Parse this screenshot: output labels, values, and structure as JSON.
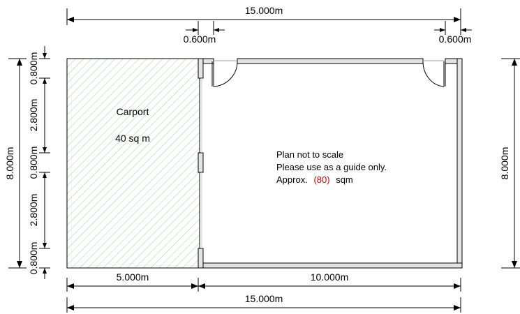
{
  "dimensions": {
    "top_total": "15.000m",
    "top_left_door_offset": "0.600m",
    "top_right_door_offset": "0.600m",
    "bottom_left": "5.000m",
    "bottom_right": "10.000m",
    "bottom_total": "15.000m",
    "left_total": "8.000m",
    "right_total": "8.000m",
    "left_segments": [
      "0.800m",
      "2.800m",
      "0.800m",
      "2.800m",
      "0.800m"
    ]
  },
  "carport": {
    "name": "Carport",
    "area": "40 sq m"
  },
  "notes": {
    "line1": "Plan not to scale",
    "line2": "Please use as a guide only.",
    "approx_prefix": "Approx.",
    "approx_value": "(80)",
    "approx_unit": "sqm"
  },
  "colors": {
    "approx_value": "#cc0000",
    "hatch": "#a8d8a8",
    "wall": "#e4e4e4",
    "wall_stroke": "#000000"
  }
}
